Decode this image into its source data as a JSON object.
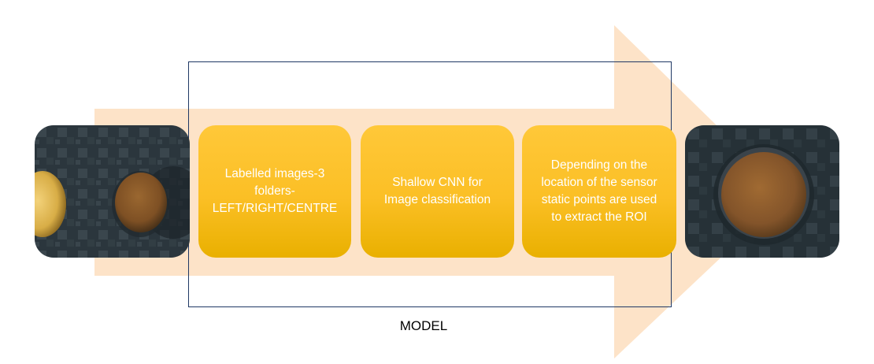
{
  "steps": [
    {
      "text": "Labelled images-3 folders- LEFT/RIGHT/CENTRE"
    },
    {
      "text": "Shallow CNN for Image classification"
    },
    {
      "text": "Depending on the location of the sensor static points are used to extract the ROI"
    }
  ],
  "model_label": "MODEL",
  "colors": {
    "arrow": "#fde3c8",
    "step_fill": "#fbbf25",
    "step_text": "#ffffff",
    "frame": "#1f3864",
    "photo_background": "#2e3a42",
    "sensor_disc": "#8a5a2a"
  },
  "icons": {
    "input_image": "sensor-closeup-image",
    "output_image": "cropped-roi-image"
  }
}
